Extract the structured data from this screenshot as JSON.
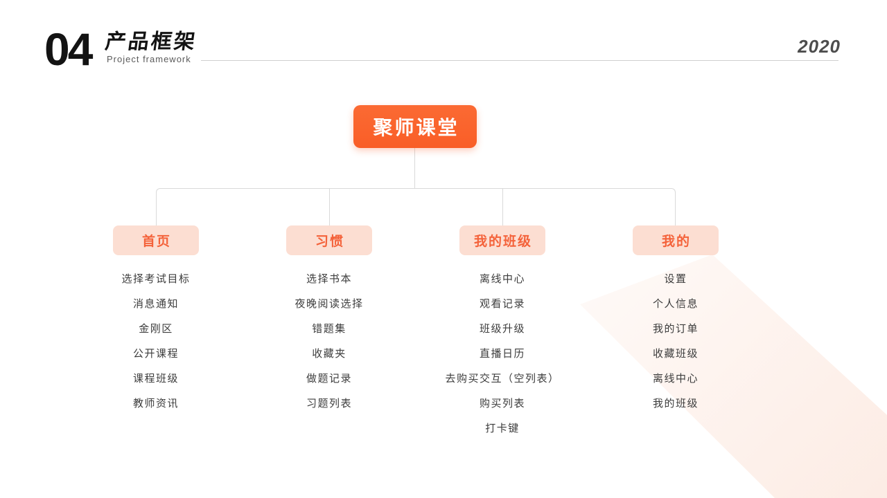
{
  "header": {
    "section_number": "04",
    "title": "产品框架",
    "subtitle": "Project framework",
    "year": "2020"
  },
  "colors": {
    "accent_orange": "#F96332",
    "branch_background": "#FCDED2",
    "branch_text": "#F4623A",
    "connector_line": "#D9D9D9",
    "leaf_text": "#3C3C3C"
  },
  "tree": {
    "root": "聚师课堂",
    "branches": [
      {
        "label": "首页",
        "children": [
          "选择考试目标",
          "消息通知",
          "金刚区",
          "公开课程",
          "课程班级",
          "教师资讯"
        ]
      },
      {
        "label": "习惯",
        "children": [
          "选择书本",
          "夜晚阅读选择",
          "错题集",
          "收藏夹",
          "做题记录",
          "习题列表"
        ]
      },
      {
        "label": "我的班级",
        "children": [
          "离线中心",
          "观看记录",
          "班级升级",
          "直播日历",
          "去购买交互（空列表）",
          "购买列表",
          "打卡键"
        ]
      },
      {
        "label": "我的",
        "children": [
          "设置",
          "个人信息",
          "我的订单",
          "收藏班级",
          "离线中心",
          "我的班级"
        ]
      }
    ]
  }
}
